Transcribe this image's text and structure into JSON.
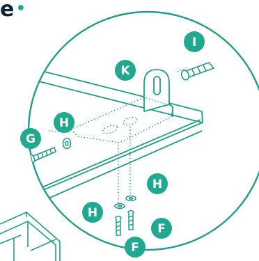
{
  "header": {
    "title_fragment": "e",
    "bullet": "•"
  },
  "colors": {
    "accent": "#20a890",
    "line": "#1f9e8b",
    "ink": "#12243a",
    "part": "#1f9e8b"
  },
  "parts": {
    "g": "G",
    "h1": "H",
    "h2": "H",
    "h3": "H",
    "i": "I",
    "k": "K",
    "f1": "F",
    "f2": "F"
  }
}
